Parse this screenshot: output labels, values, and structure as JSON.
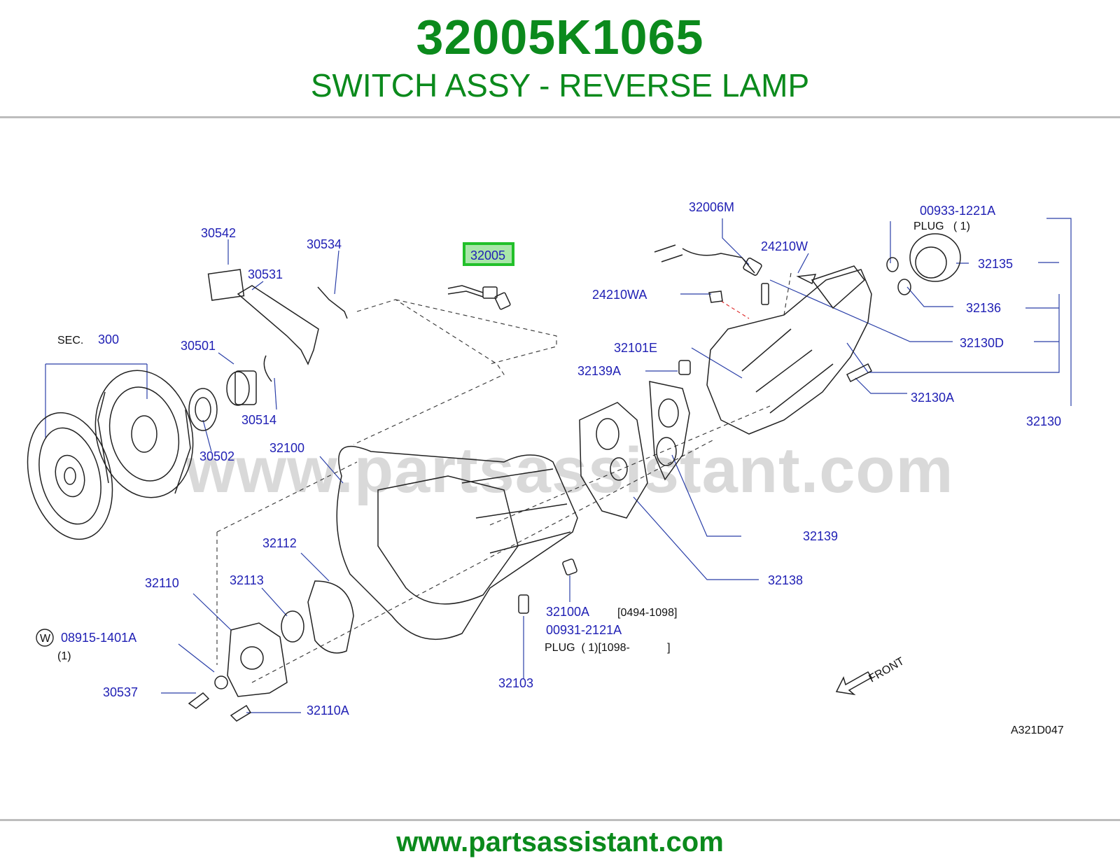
{
  "header": {
    "part_number": "32005K1065",
    "part_description": "SWITCH ASSY - REVERSE LAMP"
  },
  "diagram": {
    "highlighted_part": "32005",
    "watermark": "www.partsassistant.com",
    "reference_code": "A321D047",
    "front_label": "FRONT",
    "sec_label": "SEC.",
    "sec_number": "300",
    "w_symbol": "W",
    "labels": {
      "p30542": "30542",
      "p30534": "30534",
      "p30531": "30531",
      "p30501": "30501",
      "p30514": "30514",
      "p30502": "30502",
      "p32100": "32100",
      "p32112": "32112",
      "p32113": "32113",
      "p32110": "32110",
      "p08915": "08915-1401A",
      "p08915_qty": "(1)",
      "p30537": "30537",
      "p32110A": "32110A",
      "p32103": "32103",
      "p32100A": "32100A",
      "p32100A_range": "[0494-1098]",
      "p00931": "00931-2121A",
      "p00931_note": "PLUG  ( 1)[1098-            ]",
      "p32006M": "32006M",
      "p24210W": "24210W",
      "p24210WA": "24210WA",
      "p32101E": "32101E",
      "p32139A": "32139A",
      "p32139": "32139",
      "p32138": "32138",
      "p00933": "00933-1221A",
      "p00933_note": "PLUG   ( 1)",
      "p32135": "32135",
      "p32136": "32136",
      "p32130D": "32130D",
      "p32130A": "32130A",
      "p32130": "32130"
    }
  },
  "footer": {
    "url": "www.partsassistant.com"
  },
  "colors": {
    "brand_green": "#0b8a1c",
    "label_blue": "#1f1fb4",
    "highlight_green": "#22c02a"
  }
}
